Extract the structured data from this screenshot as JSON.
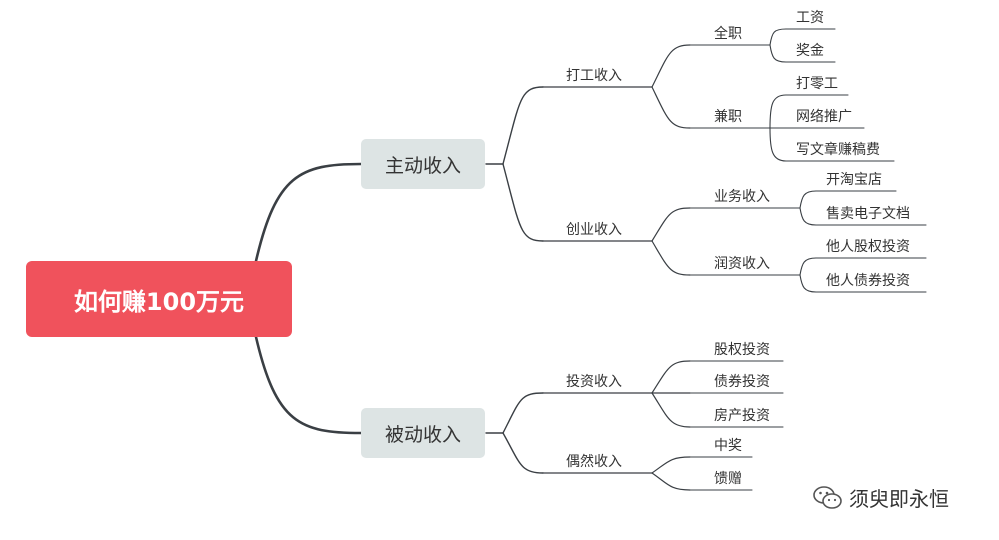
{
  "root": {
    "label": "如何赚100万元"
  },
  "branches": [
    {
      "label": "主动收入",
      "children": [
        {
          "label": "打工收入",
          "children": [
            {
              "label": "全职",
              "children": [
                "工资",
                "奖金"
              ]
            },
            {
              "label": "兼职",
              "children": [
                "打零工",
                "网络推广",
                "写文章赚稿费"
              ]
            }
          ]
        },
        {
          "label": "创业收入",
          "children": [
            {
              "label": "业务收入",
              "children": [
                "开淘宝店",
                "售卖电子文档"
              ]
            },
            {
              "label": "润资收入",
              "children": [
                "他人股权投资",
                "他人债券投资"
              ]
            }
          ]
        }
      ]
    },
    {
      "label": "被动收入",
      "children": [
        {
          "label": "投资收入",
          "children": [
            {
              "label": "股权投资"
            },
            {
              "label": "债券投资"
            },
            {
              "label": "房产投资"
            }
          ]
        },
        {
          "label": "偶然收入",
          "children": [
            {
              "label": "中奖"
            },
            {
              "label": "馈赠"
            }
          ]
        }
      ]
    }
  ],
  "watermark": {
    "icon": "wechat-icon",
    "text": "须臾即永恒"
  },
  "colors": {
    "root": "#f0525c",
    "main": "#dde4e4",
    "line": "#3a3f44",
    "text": "#333333"
  }
}
